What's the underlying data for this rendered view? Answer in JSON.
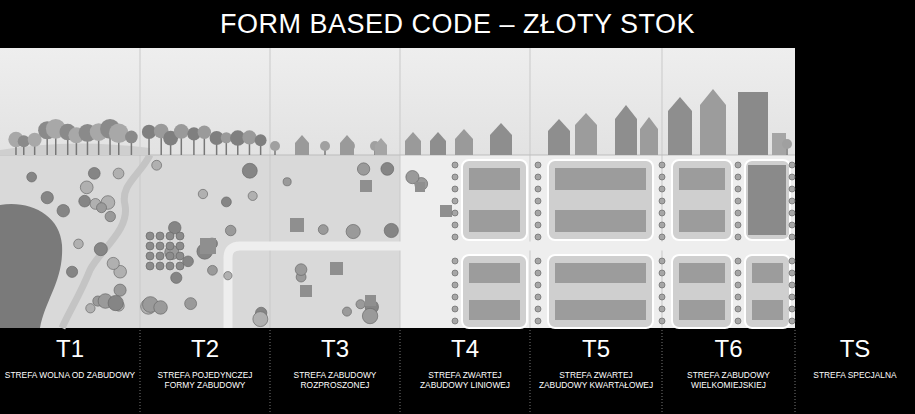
{
  "diagram": {
    "title": "FORM BASED CODE – ZŁOTY STOK",
    "nodes": [
      {
        "text": [
          "T1",
          "STREFA WOLNA OD ZABUDOWY"
        ]
      },
      {
        "text": [
          "T2",
          "STREFA POJEDYNCZEJ FORMY ZABUDOWY"
        ]
      },
      {
        "text": [
          "T3",
          "STREFA ZABUDOWY ROZPROSZONEJ"
        ]
      },
      {
        "text": [
          "T4",
          "STREFA ZWARTEJ ZABUDOWY LINIOWEJ"
        ]
      },
      {
        "text": [
          "T5",
          "STREFA ZWARTEJ ZABUDOWY KWARTAŁOWEJ"
        ]
      },
      {
        "text": [
          "T6",
          "STREFA ZABUDOWY WIELKOMIEJSKIEJ"
        ]
      },
      {
        "text": [
          "TS",
          "STREFA SPECJALNA"
        ]
      }
    ]
  }
}
